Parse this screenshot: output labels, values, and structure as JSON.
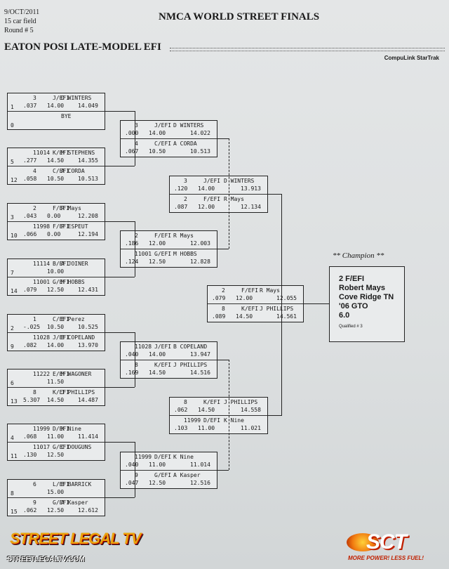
{
  "header": {
    "date": "9/OCT/2011",
    "field": "15 car field",
    "round": "Round # 5",
    "title": "NMCA WORLD STREET FINALS",
    "event": "EATON POSI LATE-MODEL EFI",
    "system": "CompuLink StarTrak"
  },
  "round1": [
    {
      "top": {
        "num": "3",
        "cls": "J/EFI",
        "name": "D WINTERS",
        "lane": "1",
        "rt": ".037",
        "dial": "14.00",
        "et": "14.049"
      },
      "bot": {
        "num": "",
        "cls": "",
        "name": "BYE",
        "lane": "0",
        "rt": "",
        "dial": "",
        "et": ""
      }
    },
    {
      "top": {
        "num": "11014",
        "cls": "K/EFI",
        "name": "M STEPHENS",
        "lane": "5",
        "rt": ".277",
        "dial": "14.50",
        "et": "14.355"
      },
      "bot": {
        "num": "4",
        "cls": "C/EFI",
        "name": "A CORDA",
        "lane": "12",
        "rt": ".058",
        "dial": "10.50",
        "et": "10.513"
      }
    },
    {
      "top": {
        "num": "2",
        "cls": "F/EFI",
        "name": "R Mays",
        "lane": "3",
        "rt": ".043",
        "dial": "0.00",
        "et": "12.208"
      },
      "bot": {
        "num": "11998",
        "cls": "F/EFI",
        "name": "P ESPEUT",
        "lane": "10",
        "rt": ".066",
        "dial": "0.00",
        "et": "12.194"
      }
    },
    {
      "top": {
        "num": "11114",
        "cls": "B/EFI",
        "name": "A JOINER",
        "lane": "7",
        "rt": "",
        "dial": "10.00",
        "et": ""
      },
      "bot": {
        "num": "11001",
        "cls": "G/EFI",
        "name": "M HOBBS",
        "lane": "14",
        "rt": ".079",
        "dial": "12.50",
        "et": "12.431"
      }
    },
    {
      "top": {
        "num": "1",
        "cls": "C/EFI",
        "name": "E Perez",
        "lane": "2",
        "rt": "-.025",
        "dial": "10.50",
        "et": "10.525"
      },
      "bot": {
        "num": "11028",
        "cls": "J/EFI",
        "name": "B COPELAND",
        "lane": "9",
        "rt": ".082",
        "dial": "14.00",
        "et": "13.970"
      }
    },
    {
      "top": {
        "num": "11222",
        "cls": "E/EFI",
        "name": "M WAGONER",
        "lane": "6",
        "rt": "",
        "dial": "11.50",
        "et": ""
      },
      "bot": {
        "num": "8",
        "cls": "K/EFI",
        "name": "J PHILLIPS",
        "lane": "13",
        "rt": "5.307",
        "dial": "14.50",
        "et": "14.487"
      }
    },
    {
      "top": {
        "num": "11999",
        "cls": "D/EFI",
        "name": "K Nine",
        "lane": "4",
        "rt": ".068",
        "dial": "11.00",
        "et": "11.414"
      },
      "bot": {
        "num": "11017",
        "cls": "G/EFI",
        "name": "C DOUGUNS",
        "lane": "11",
        "rt": ".130",
        "dial": "12.50",
        "et": ""
      }
    },
    {
      "top": {
        "num": "6",
        "cls": "L/EFI",
        "name": "B BARRICK",
        "lane": "8",
        "rt": "",
        "dial": "15.00",
        "et": ""
      },
      "bot": {
        "num": "9",
        "cls": "G/EFI",
        "name": "A Kasper",
        "lane": "15",
        "rt": ".062",
        "dial": "12.50",
        "et": "12.612"
      }
    }
  ],
  "round2": [
    {
      "top": {
        "num": "3",
        "cls": "J/EFI",
        "name": "D WINTERS",
        "rt": ".000",
        "dial": "14.00",
        "et": "14.022"
      },
      "bot": {
        "num": "4",
        "cls": "C/EFI",
        "name": "A CORDA",
        "rt": ".067",
        "dial": "10.50",
        "et": "10.513"
      }
    },
    {
      "top": {
        "num": "2",
        "cls": "F/EFI",
        "name": "R Mays",
        "rt": ".186",
        "dial": "12.00",
        "et": "12.003"
      },
      "bot": {
        "num": "11001",
        "cls": "G/EFI",
        "name": "M HOBBS",
        "rt": ".124",
        "dial": "12.50",
        "et": "12.828"
      }
    },
    {
      "top": {
        "num": "11028",
        "cls": "J/EFI",
        "name": "B COPELAND",
        "rt": ".040",
        "dial": "14.00",
        "et": "13.947"
      },
      "bot": {
        "num": "8",
        "cls": "K/EFI",
        "name": "J PHILLIPS",
        "rt": ".169",
        "dial": "14.50",
        "et": "14.516"
      }
    },
    {
      "top": {
        "num": "11999",
        "cls": "D/EFI",
        "name": "K Nine",
        "rt": ".040",
        "dial": "11.00",
        "et": "11.014"
      },
      "bot": {
        "num": "9",
        "cls": "G/EFI",
        "name": "A Kasper",
        "rt": ".047",
        "dial": "12.50",
        "et": "12.516"
      }
    }
  ],
  "round3": [
    {
      "top": {
        "num": "3",
        "cls": "J/EFI",
        "name": "D WINTERS",
        "rt": ".120",
        "dial": "14.00",
        "et": "13.913"
      },
      "bot": {
        "num": "2",
        "cls": "F/EFI",
        "name": "R Mays",
        "rt": ".087",
        "dial": "12.00",
        "et": "12.134"
      }
    },
    {
      "top": {
        "num": "8",
        "cls": "K/EFI",
        "name": "J PHILLIPS",
        "rt": ".062",
        "dial": "14.50",
        "et": "14.558"
      },
      "bot": {
        "num": "11999",
        "cls": "D/EFI",
        "name": "K Nine",
        "rt": ".103",
        "dial": "11.00",
        "et": "11.021"
      }
    }
  ],
  "final": {
    "top": {
      "num": "2",
      "cls": "F/EFI",
      "name": "R Mays",
      "rt": ".079",
      "dial": "12.00",
      "et": "12.055"
    },
    "bot": {
      "num": "8",
      "cls": "K/EFI",
      "name": "J PHILLIPS",
      "rt": ".089",
      "dial": "14.50",
      "et": "14.561"
    }
  },
  "champion": {
    "label": "** Champion **",
    "class": "2  F/EFI",
    "name": "Robert Mays",
    "town": "Cove Ridge  TN",
    "car": "'06 GTO",
    "engine": "6.0",
    "qualified": "Qualified # 3"
  },
  "logos": {
    "left": "STREET LEGAL TV",
    "url": "STREETLEGALTV.COM",
    "right": "SCT",
    "tagline": "MORE POWER! LESS FUEL!"
  }
}
